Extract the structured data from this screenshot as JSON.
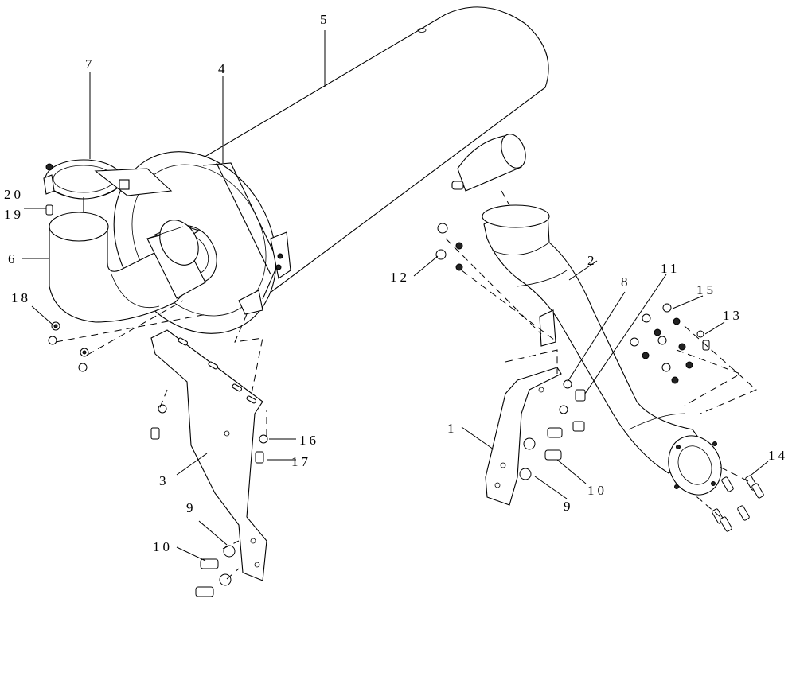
{
  "callouts": {
    "c1": "1",
    "c2": "2",
    "c3": "3",
    "c4": "4",
    "c5": "5",
    "c6": "6",
    "c7": "7",
    "c8": "8",
    "c9_left": "9",
    "c9_right": "9",
    "c10_left": "10",
    "c10_right": "10",
    "c11": "11",
    "c12": "12",
    "c13": "13",
    "c14": "14",
    "c15": "15",
    "c16": "16",
    "c17": "17",
    "c18": "18",
    "c19": "19",
    "c20": "20"
  }
}
